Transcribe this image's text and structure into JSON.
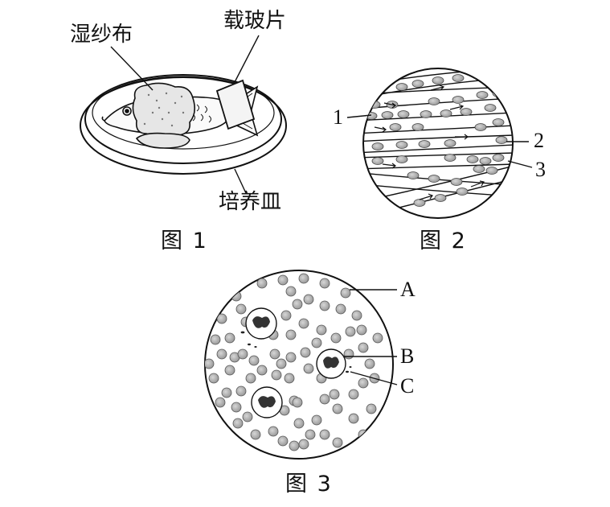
{
  "figure1": {
    "labels": {
      "gauze": "湿纱布",
      "slide": "载玻片",
      "dish": "培养皿"
    },
    "caption": "图 1"
  },
  "figure2": {
    "markers": [
      "1",
      "2",
      "3"
    ],
    "caption": "图 2"
  },
  "figure3": {
    "markers": [
      "A",
      "B",
      "C"
    ],
    "caption": "图 3"
  }
}
